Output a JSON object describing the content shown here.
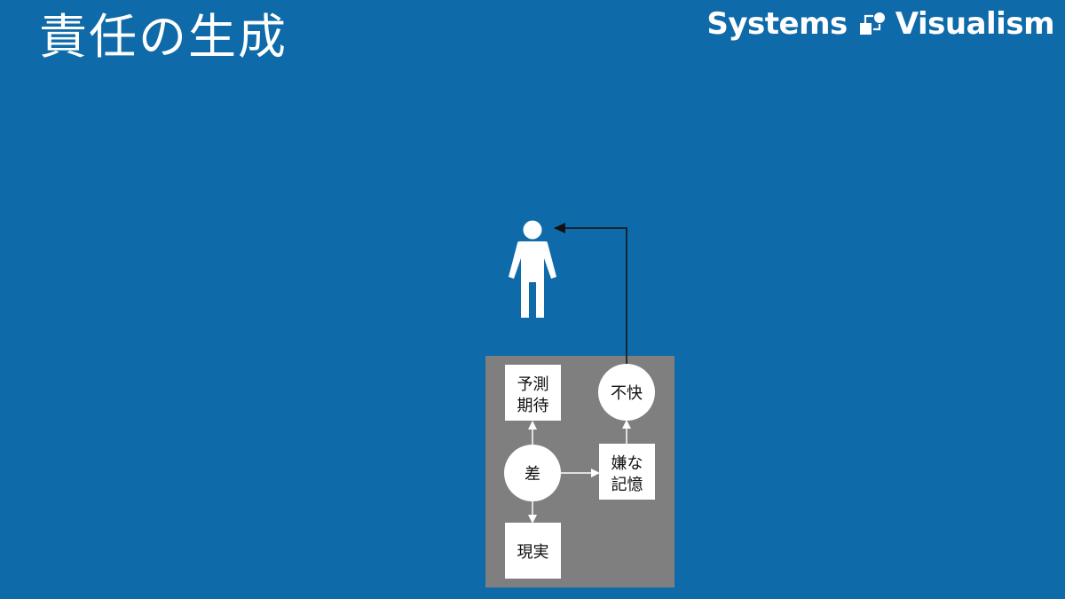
{
  "title": "責任の生成",
  "brand": {
    "word1": "Systems",
    "word2": "Visualism",
    "logo_icon": "systems-flow-logo-icon"
  },
  "diagram": {
    "person_icon": "person-icon",
    "panel_color": "#7f7f7f",
    "nodes": {
      "prediction": {
        "line1": "予測",
        "line2": "期待"
      },
      "gap": {
        "label": "差"
      },
      "reality": {
        "label": "現実"
      },
      "bad_memory": {
        "line1": "嫌な",
        "line2": "記憶"
      },
      "discomfort": {
        "label": "不快"
      }
    }
  },
  "colors": {
    "background": "#0e6aa8",
    "panel": "#7f7f7f",
    "node": "#ffffff",
    "arrow_inner": "#ffffff",
    "arrow_outer": "#111111"
  }
}
